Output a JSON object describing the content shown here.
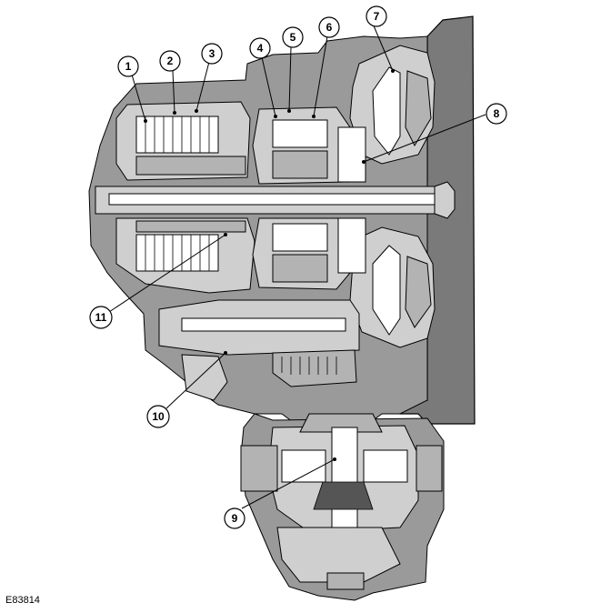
{
  "figure_ref": "E83814",
  "colors": {
    "housing_dark": "#7a7a7a",
    "casing": "#9a9a9a",
    "part_light": "#cfcfcf",
    "part_white": "#ffffff",
    "outline": "#000000"
  },
  "callouts": [
    "1",
    "2",
    "3",
    "4",
    "5",
    "6",
    "7",
    "8",
    "9",
    "10",
    "11"
  ]
}
